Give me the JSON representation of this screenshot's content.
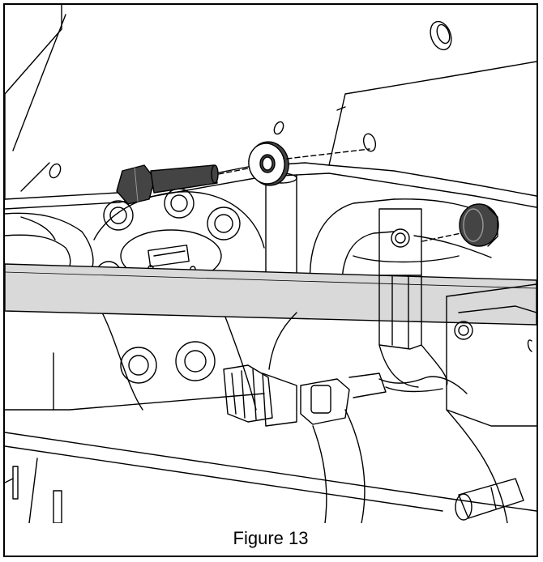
{
  "figure": {
    "caption": "Figure 13"
  },
  "parts": {
    "bolt": "hex-bolt",
    "washer": "flat-washer",
    "nut": "flange-nut",
    "clamp": "cable-clamp",
    "connector": "electrical-connector"
  },
  "colors": {
    "line": "#000000",
    "hardware": "#444444",
    "tube_fill": "#d9d9d9",
    "background": "#ffffff"
  }
}
